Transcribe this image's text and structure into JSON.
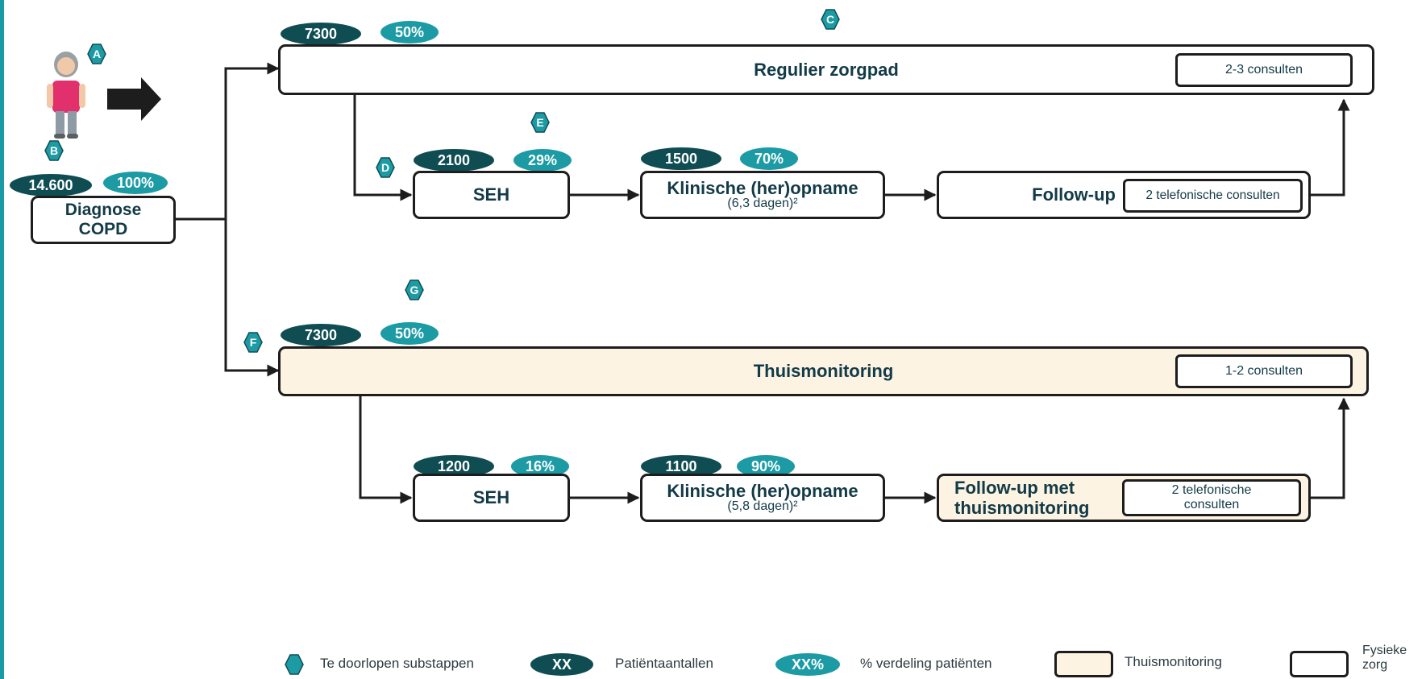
{
  "start": {
    "title_line1": "Diagnose",
    "title_line2": "COPD",
    "count": "14.600",
    "pct": "100%"
  },
  "markers": {
    "A": "A",
    "B": "B",
    "C": "C",
    "D": "D",
    "E": "E",
    "F": "F",
    "G": "G"
  },
  "regular": {
    "title": "Regulier zorgpad",
    "count": "7300",
    "pct": "50%",
    "consults": "2-3 consulten",
    "seh": {
      "title": "SEH",
      "count": "2100",
      "pct": "29%"
    },
    "admission": {
      "title": "Klinische (her)opname",
      "detail": "(6,3 dagen)²",
      "count": "1500",
      "pct": "70%"
    },
    "followup": {
      "title": "Follow-up",
      "consults": "2 telefonische consulten"
    }
  },
  "home": {
    "title": "Thuismonitoring",
    "count": "7300",
    "pct": "50%",
    "consults": "1-2 consulten",
    "seh": {
      "title": "SEH",
      "count": "1200",
      "pct": "16%"
    },
    "admission": {
      "title": "Klinische (her)opname",
      "detail": "(5,8 dagen)²",
      "count": "1100",
      "pct": "90%"
    },
    "followup": {
      "title_line1": "Follow-up met",
      "title_line2": "thuismonitoring",
      "consults_line1": "2 telefonische",
      "consults_line2": "consulten"
    }
  },
  "legend": {
    "substeps": "Te doorlopen substappen",
    "count_sample": "XX",
    "counts": "Patiëntaantallen",
    "pct_sample": "XX%",
    "distribution": "% verdeling patiënten",
    "home": "Thuismonitoring",
    "physical_line1": "Fysieke",
    "physical_line2": "zorg"
  },
  "colors": {
    "dark_teal": "#0f4d53",
    "teal": "#1c9ba5",
    "cream": "#fcf3e3",
    "text": "#133b47"
  }
}
